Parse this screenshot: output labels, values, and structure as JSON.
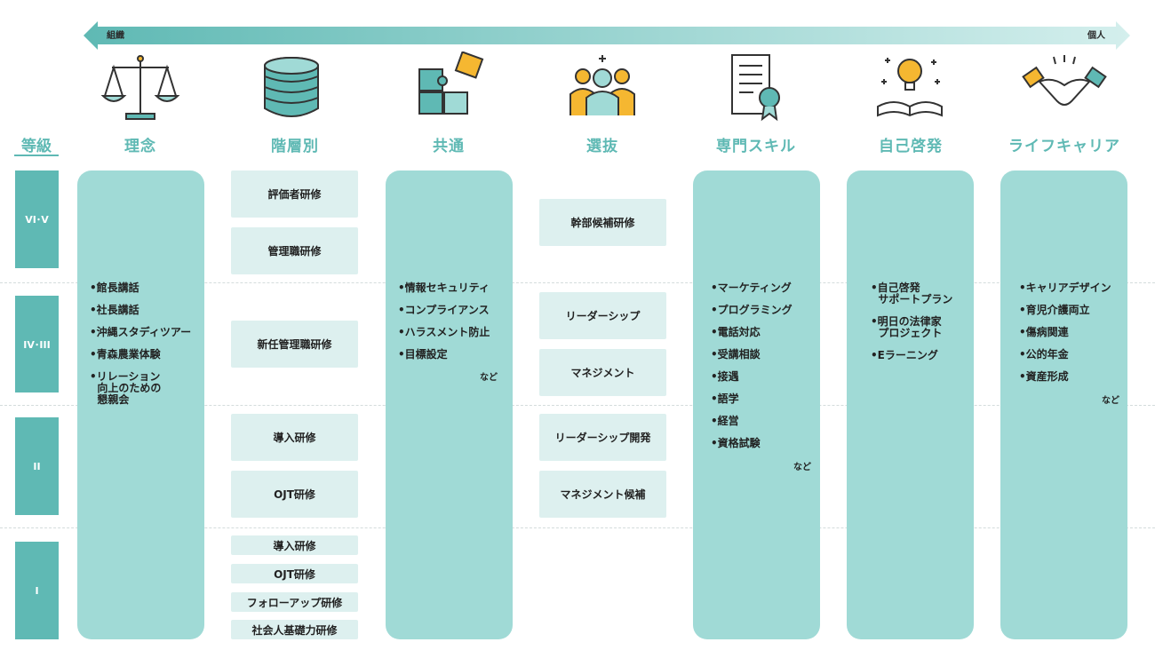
{
  "arrow": {
    "left_label": "組織",
    "right_label": "個人"
  },
  "grade_header": "等級",
  "grades": [
    "VI･V",
    "IV･III",
    "II",
    "I"
  ],
  "categories": [
    {
      "title": "理念",
      "icon": "scales-icon"
    },
    {
      "title": "階層別",
      "icon": "stacked-layers-icon"
    },
    {
      "title": "共通",
      "icon": "puzzle-icon"
    },
    {
      "title": "選抜",
      "icon": "people-group-icon"
    },
    {
      "title": "専門スキル",
      "icon": "certificate-icon"
    },
    {
      "title": "自己啓発",
      "icon": "lightbulb-book-icon"
    },
    {
      "title": "ライフキャリア",
      "icon": "handshake-icon"
    }
  ],
  "rinen": {
    "items": [
      "•館長講話",
      "•社長講話",
      "•沖縄スタディツアー",
      "•青森農業体験",
      "•リレーション\n  向上のための\n  懇親会"
    ]
  },
  "kaisou": {
    "boxes": [
      "評価者研修",
      "管理職研修",
      "新任管理職研修",
      "導入研修",
      "OJT研修"
    ],
    "small_boxes": [
      "導入研修",
      "OJT研修",
      "フォローアップ研修",
      "社会人基礎力研修"
    ]
  },
  "kyoutsu": {
    "items": [
      "•情報セキュリティ",
      "•コンプライアンス",
      "•ハラスメント防止",
      "•目標設定"
    ],
    "more": "など"
  },
  "senbatsu": {
    "boxes": [
      "幹部候補研修",
      "リーダーシップ",
      "マネジメント",
      "リーダーシップ開発",
      "マネジメント候補"
    ]
  },
  "senmon": {
    "items": [
      "•マーケティング",
      "•プログラミング",
      "•電話対応",
      "•受講相談",
      "•接遇",
      "•語学",
      "•経営",
      "•資格試験"
    ],
    "more": "など"
  },
  "jiko": {
    "items": [
      "•自己啓発\n  サポートプラン",
      "•明日の法律家\n  プロジェクト",
      "•Eラーニング"
    ]
  },
  "life": {
    "items": [
      "•キャリアデザイン",
      "•育児介護両立",
      "•傷病関連",
      "•公的年金",
      "•資産形成"
    ],
    "more": "など"
  },
  "colors": {
    "accent": "#5fb9b4",
    "column": "#a0dad6",
    "box": "#ddf0ef",
    "icon_yellow": "#f5b731"
  }
}
